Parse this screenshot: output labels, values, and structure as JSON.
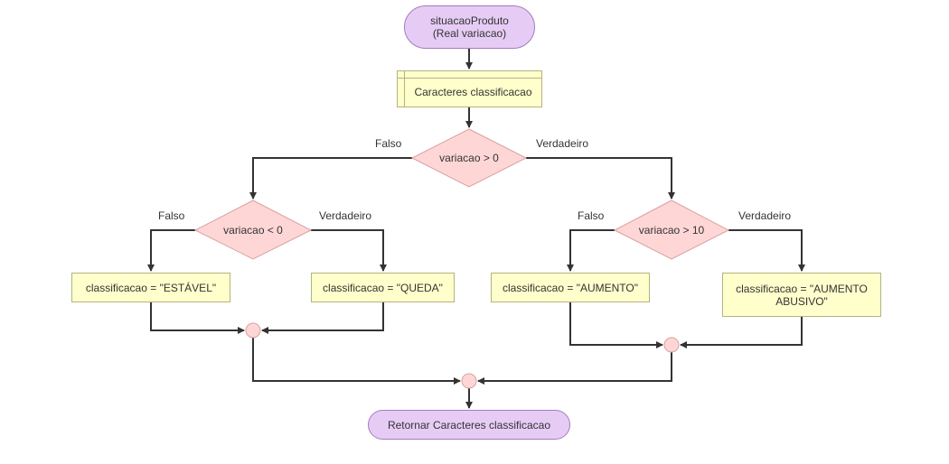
{
  "start": {
    "line1": "situacaoProduto",
    "line2": "(Real variacao)"
  },
  "declaration": "Caracteres classificacao",
  "decisions": {
    "top": "variacao > 0",
    "left": "variacao < 0",
    "right": "variacao > 10"
  },
  "branch_labels": {
    "top_false": "Falso",
    "top_true": "Verdadeiro",
    "left_false": "Falso",
    "left_true": "Verdadeiro",
    "right_false": "Falso",
    "right_true": "Verdadeiro"
  },
  "assignments": {
    "estavel": "classificacao = \"ESTÁVEL\"",
    "queda": "classificacao = \"QUEDA\"",
    "aumento": "classificacao = \"AUMENTO\"",
    "abusivo_line1": "classificacao = \"AUMENTO",
    "abusivo_line2": "ABUSIVO\""
  },
  "end": "Retornar Caracteres classificacao",
  "colors": {
    "terminal_fill": "#e6ccf5",
    "process_fill": "#ffffcc",
    "decision_fill": "#ffd6d6",
    "line": "#333333"
  }
}
